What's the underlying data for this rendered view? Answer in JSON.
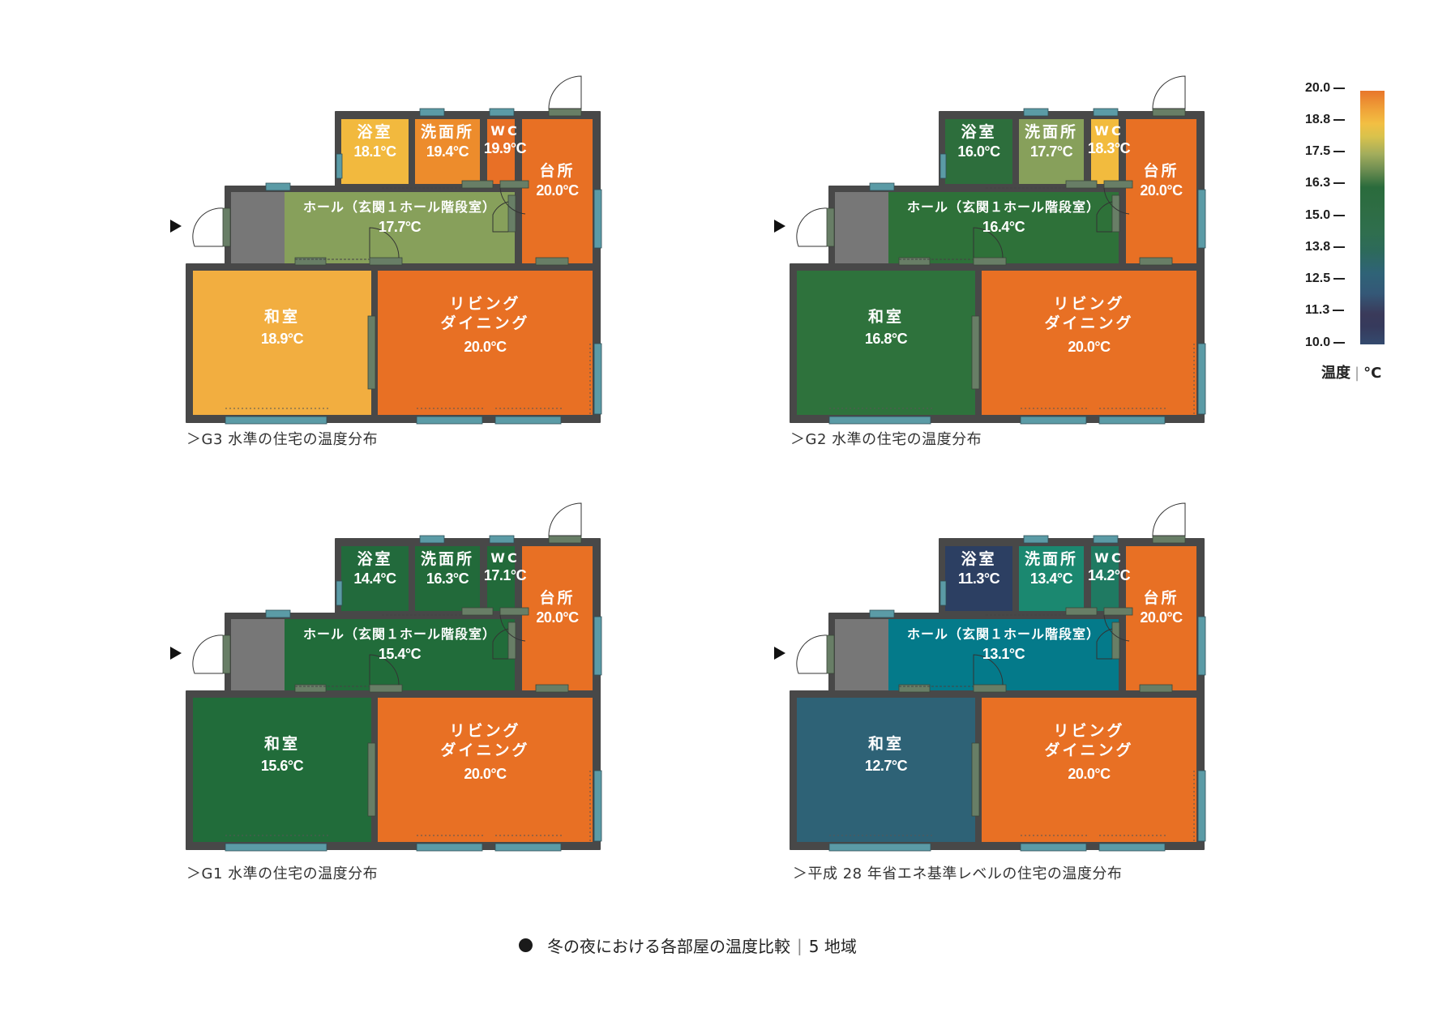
{
  "figure_title": "冬の夜における各部屋の温度比較",
  "figure_region": "5 地域",
  "legend": {
    "unit_label": "温度",
    "unit": "°C",
    "ticks": [
      "20.0",
      "18.8",
      "17.5",
      "16.3",
      "15.0",
      "13.8",
      "12.5",
      "11.3",
      "10.0"
    ],
    "colors": {
      "20.0": "#e8762a",
      "18.8": "#f2bf43",
      "17.5": "#8ba35e",
      "16.3": "#2a6b3c",
      "15.0": "#2f6e4e",
      "13.8": "#2d6a5a",
      "12.5": "#2f6377",
      "11.3": "#3a3a5a",
      "10.0": "#344a6e"
    }
  },
  "plans": [
    {
      "caption": "＞G3 水準の住宅の温度分布",
      "rooms": {
        "bath": {
          "name": "浴室",
          "temp": "18.1°C",
          "color": "#f2b93e"
        },
        "senmen": {
          "name": "洗面所",
          "temp": "19.4°C",
          "color": "#ed8c2c"
        },
        "wc": {
          "name": "WC",
          "temp": "19.9°C",
          "color": "#e87026"
        },
        "kitchen": {
          "name": "台所",
          "temp": "20.0°C",
          "color": "#e87024"
        },
        "hall": {
          "name": "ホール（玄関１ホール階段室）",
          "temp": "17.7°C",
          "color": "#87a05b"
        },
        "washitsu": {
          "name": "和室",
          "temp": "18.9°C",
          "color": "#f2ae40"
        },
        "living": {
          "name1": "リビング",
          "name2": "ダイニング",
          "temp": "20.0°C",
          "color": "#e87024"
        }
      }
    },
    {
      "caption": "＞G2 水準の住宅の温度分布",
      "rooms": {
        "bath": {
          "name": "浴室",
          "temp": "16.0°C",
          "color": "#2d6e3c"
        },
        "senmen": {
          "name": "洗面所",
          "temp": "17.7°C",
          "color": "#87a05b"
        },
        "wc": {
          "name": "WC",
          "temp": "18.3°C",
          "color": "#f2bb3e"
        },
        "kitchen": {
          "name": "台所",
          "temp": "20.0°C",
          "color": "#e87024"
        },
        "hall": {
          "name": "ホール（玄関１ホール階段室）",
          "temp": "16.4°C",
          "color": "#2e7139"
        },
        "washitsu": {
          "name": "和室",
          "temp": "16.8°C",
          "color": "#2e723c"
        },
        "living": {
          "name1": "リビング",
          "name2": "ダイニング",
          "temp": "20.0°C",
          "color": "#e87024"
        }
      }
    },
    {
      "caption": "＞G1 水準の住宅の温度分布",
      "rooms": {
        "bath": {
          "name": "浴室",
          "temp": "14.4°C",
          "color": "#226a3c"
        },
        "senmen": {
          "name": "洗面所",
          "temp": "16.3°C",
          "color": "#226a3a"
        },
        "wc": {
          "name": "WC",
          "temp": "17.1°C",
          "color": "#226a3a"
        },
        "kitchen": {
          "name": "台所",
          "temp": "20.0°C",
          "color": "#e87024"
        },
        "hall": {
          "name": "ホール（玄関１ホール階段室）",
          "temp": "15.4°C",
          "color": "#216c3a"
        },
        "washitsu": {
          "name": "和室",
          "temp": "15.6°C",
          "color": "#216c3a"
        },
        "living": {
          "name1": "リビング",
          "name2": "ダイニング",
          "temp": "20.0°C",
          "color": "#e87024"
        }
      }
    },
    {
      "caption": "＞平成 28 年省エネ基準レベルの住宅の温度分布",
      "rooms": {
        "bath": {
          "name": "浴室",
          "temp": "11.3°C",
          "color": "#2c3f62"
        },
        "senmen": {
          "name": "洗面所",
          "temp": "13.4°C",
          "color": "#1b8870"
        },
        "wc": {
          "name": "WC",
          "temp": "14.2°C",
          "color": "#1f7a62"
        },
        "kitchen": {
          "name": "台所",
          "temp": "20.0°C",
          "color": "#e87024"
        },
        "hall": {
          "name": "ホール（玄関１ホール階段室）",
          "temp": "13.1°C",
          "color": "#047a8a"
        },
        "washitsu": {
          "name": "和室",
          "temp": "12.7°C",
          "color": "#2e6276"
        },
        "living": {
          "name1": "リビング",
          "name2": "ダイニング",
          "temp": "20.0°C",
          "color": "#e87024"
        }
      }
    }
  ]
}
